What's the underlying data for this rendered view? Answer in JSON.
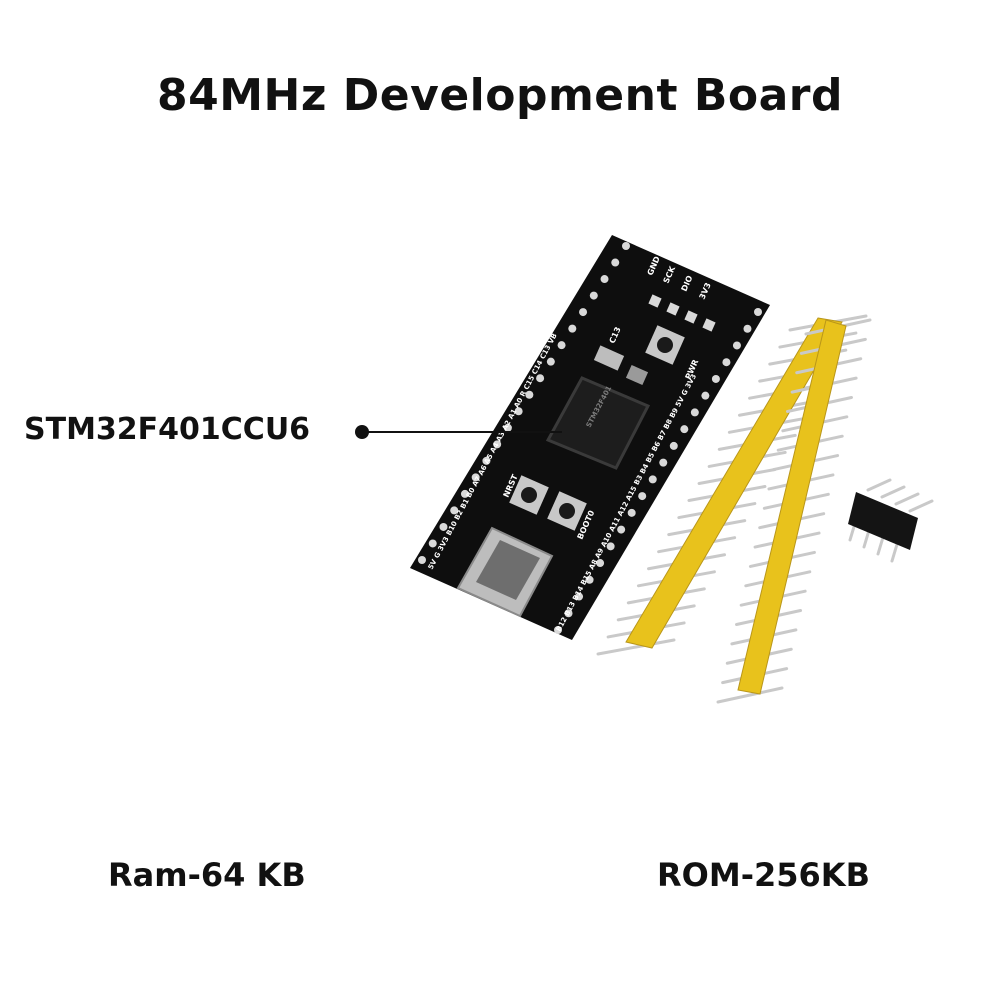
{
  "title": "84MHz Development Board",
  "chip_label": "STM32F401CCU6",
  "specs": {
    "ram": "Ram-64 KB",
    "rom": "ROM-256KB"
  },
  "board_silkscreen": {
    "top_header": [
      "GND",
      "SCK",
      "DIO",
      "3V3"
    ],
    "buttons": [
      "NRST",
      "BOOT0"
    ],
    "indicators": [
      "C13",
      "PWR"
    ],
    "left_pins": "5V G 3V3 B10 B2 B1 B0 A7 A6 A5 A4 A3 A2 A1 A0 R C15 C14 C13 VB",
    "right_pins": "B12 B13 B14 B15 A8 A9 A10 A11 A12 A15 B3 B4 B5 B6 B7 B8 B9 5V G 3V3"
  },
  "colors": {
    "pcb": "#0e0e0e",
    "header_strip": "#e8c21c",
    "pin_metal": "#c9c9c9",
    "text": "#111111"
  }
}
